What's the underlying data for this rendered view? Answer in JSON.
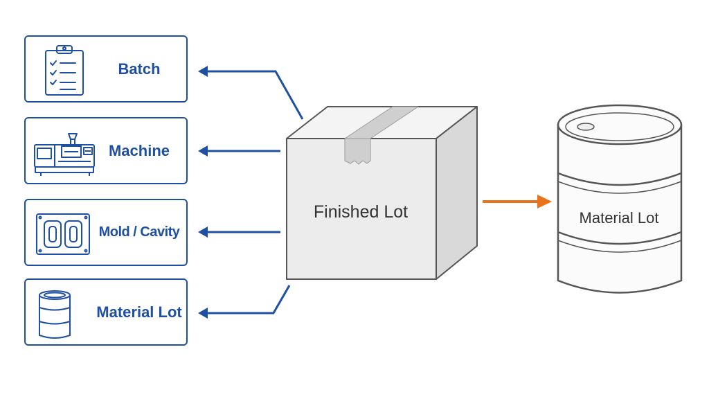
{
  "diagram": {
    "sources": [
      {
        "id": "batch",
        "label": "Batch",
        "icon": "clipboard-icon"
      },
      {
        "id": "machine",
        "label": "Machine",
        "icon": "injection-machine-icon"
      },
      {
        "id": "mold",
        "label": "Mold / Cavity",
        "icon": "mold-cavity-icon"
      },
      {
        "id": "material",
        "label": "Material Lot",
        "icon": "drum-icon"
      }
    ],
    "center": {
      "label": "Finished Lot",
      "icon": "box-icon"
    },
    "target": {
      "label": "Material Lot",
      "icon": "barrel-icon"
    },
    "colors": {
      "primary": "#1f4fa3",
      "accent": "#e8731c",
      "box_face": "#ededed",
      "box_side": "#dcdcdc",
      "stroke": "#555555"
    }
  }
}
